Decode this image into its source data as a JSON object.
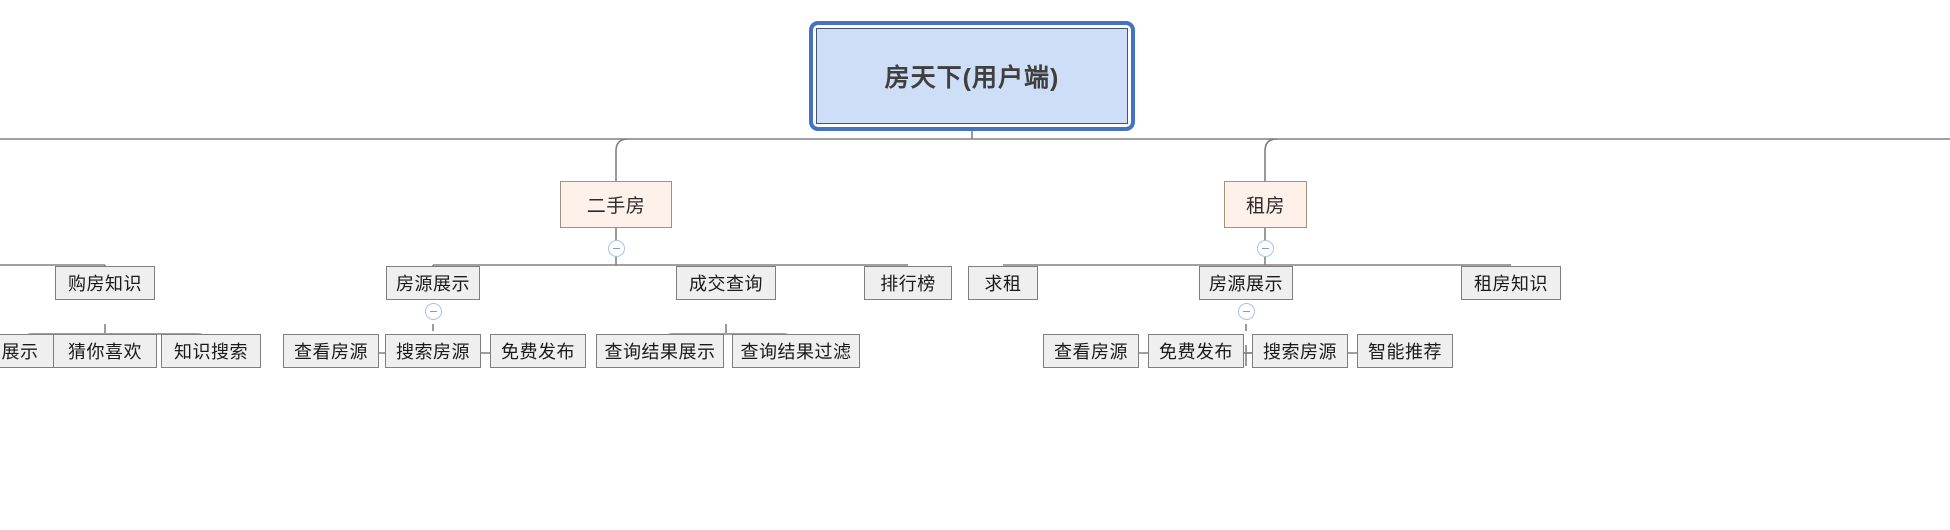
{
  "diagram": {
    "type": "mind-map-tree",
    "title": "房天下(用户端)",
    "theme": {
      "root_fill": "#CFDEF7",
      "root_border": "#4472C4",
      "level2_fill": "#FDF1E9",
      "level2_border": "#A2917F",
      "node_fill": "#EFEFEF",
      "node_border": "#7F7F7F",
      "connector": "#808080",
      "toggle_border": "#A9C2E8"
    }
  },
  "root": {
    "label": "房天下(用户端)",
    "selected": true
  },
  "branches": [
    {
      "id": "branch-cut-left",
      "label": "",
      "children": [
        {
          "label": "购房知识",
          "children": [
            {
              "label": "展示"
            },
            {
              "label": "猜你喜欢"
            },
            {
              "label": "知识搜索"
            }
          ]
        }
      ]
    },
    {
      "id": "branch-ershoufang",
      "label": "二手房",
      "toggle": "minus",
      "children": [
        {
          "label": "房源展示",
          "toggle": "minus",
          "children": [
            {
              "label": "查看房源"
            },
            {
              "label": "搜索房源"
            },
            {
              "label": "免费发布"
            }
          ]
        },
        {
          "label": "成交查询",
          "children": [
            {
              "label": "查询结果展示"
            },
            {
              "label": "查询结果过滤"
            }
          ]
        },
        {
          "label": "排行榜",
          "children": []
        }
      ]
    },
    {
      "id": "branch-zufang",
      "label": "租房",
      "toggle": "minus",
      "children": [
        {
          "label": "求租",
          "children": []
        },
        {
          "label": "房源展示",
          "toggle": "minus",
          "children": [
            {
              "label": "查看房源"
            },
            {
              "label": "免费发布"
            },
            {
              "label": "搜索房源"
            },
            {
              "label": "智能推荐"
            }
          ]
        },
        {
          "label": "租房知识",
          "children": []
        }
      ]
    }
  ],
  "nodes": {
    "root": "房天下(用户端)",
    "ershoufang": "二手房",
    "zufang": "租房",
    "gouFangZhiShi": "购房知识",
    "fangYuanZhanShi_1": "房源展示",
    "chengJiaoChaXun": "成交查询",
    "paiHangBang": "排行榜",
    "qiuZu": "求租",
    "fangYuanZhanShi_2": "房源展示",
    "zuFangZhiShi": "租房知识",
    "zhanShi": "展示",
    "caiNiXiHuan": "猜你喜欢",
    "zhiShiSouSuo": "知识搜索",
    "chaKanFangYuan_1": "查看房源",
    "souSuoFangYuan_1": "搜索房源",
    "mianFeiFaBu_1": "免费发布",
    "chaXunJieGuoZhanShi": "查询结果展示",
    "chaXunJieGuoGuoLv": "查询结果过滤",
    "chaKanFangYuan_2": "查看房源",
    "mianFeiFaBu_2": "免费发布",
    "souSuoFangYuan_2": "搜索房源",
    "zhiNengTuiJian": "智能推荐"
  }
}
